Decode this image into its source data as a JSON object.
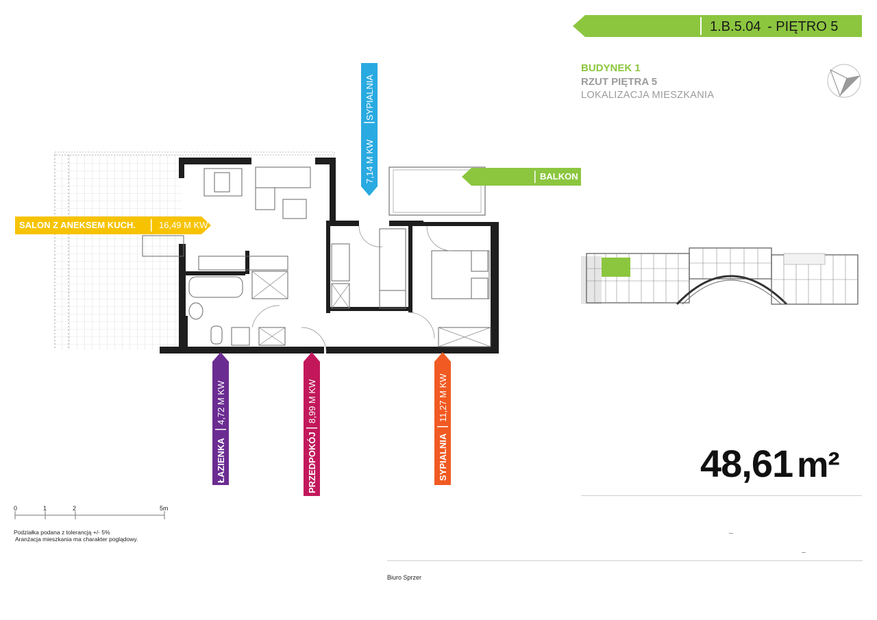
{
  "header": {
    "unit_code": "1.B.5.04",
    "floor": "- PIĘTRO 5",
    "color": "#8cc63f"
  },
  "building": {
    "name": "BUDYNEK 1",
    "plan": "RZUT PIĘTRA 5",
    "location": "LOKALIZACJA MIESZKANIA"
  },
  "rooms": {
    "salon": {
      "name": "SALON Z ANEKSEM KUCH.",
      "area": "16,49 M KW",
      "color": "#f7c300"
    },
    "sypialnia_top": {
      "name": "SYPIALNIA",
      "area": "7,14 M KW",
      "color": "#29aae1"
    },
    "balkon": {
      "name": "BALKON",
      "color": "#8cc63f"
    },
    "lazienka": {
      "name": "ŁAZIENKA",
      "area": "4,72 M KW",
      "color": "#6b2c91"
    },
    "przedpokoj": {
      "name": "PRZEDPOKÓJ",
      "area": "8,99 M KW",
      "color": "#c2185b"
    },
    "sypialnia_bottom": {
      "name": "SYPIALNIA",
      "area": "11,27 M KW",
      "color": "#f15a22"
    }
  },
  "total_area": {
    "value": "48,61",
    "unit": "m²"
  },
  "scale": {
    "ticks": [
      "0",
      "1",
      "2",
      "5m"
    ]
  },
  "notes": {
    "tolerance": "Podziałka podana z tolerancją +/- 5%",
    "arrangement": "Aranżacja mieszkania ma charakter poglądowy."
  },
  "footer": {
    "office": "Biuro Sprzer"
  }
}
